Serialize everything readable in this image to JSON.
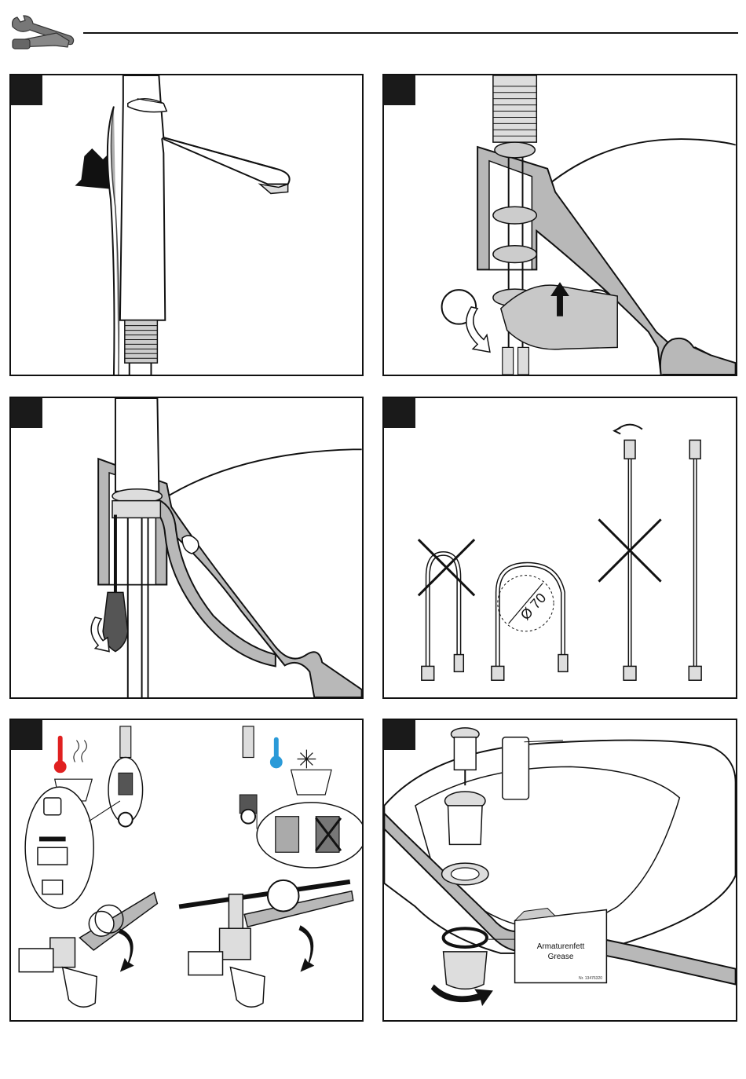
{
  "header": {
    "icon": "tools-icon"
  },
  "panels": [
    {
      "id": 1,
      "icon": "faucet-pull-icon"
    },
    {
      "id": 2,
      "icon": "mounting-nut-icon"
    },
    {
      "id": 3,
      "icon": "screwdriver-icon"
    },
    {
      "id": 4,
      "icon": "hose-bend-icon",
      "hose_bend_label": "Ø 70"
    },
    {
      "id": 5,
      "icon": "valve-connect-icon"
    },
    {
      "id": 6,
      "icon": "drain-assembly-icon",
      "grease_label_line1": "Armaturenfett",
      "grease_label_line2": "Grease",
      "grease_nr": "Nr. 13476320"
    }
  ],
  "colors": {
    "line": "#111111",
    "shade": "#b8b8b8",
    "hot": "#e02020",
    "cold": "#2a9ad8"
  }
}
